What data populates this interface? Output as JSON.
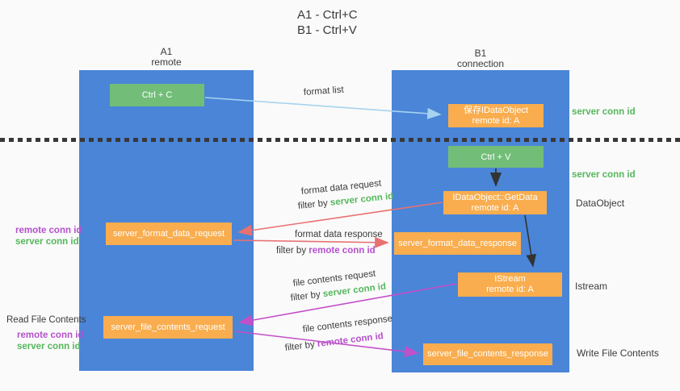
{
  "title": {
    "line1": "A1 - Ctrl+C",
    "line2": "B1 - Ctrl+V"
  },
  "columns": {
    "a1": {
      "title": "A1",
      "subtitle": "remote"
    },
    "b1": {
      "title": "B1",
      "subtitle": "connection"
    }
  },
  "nodes": {
    "ctrl_c": {
      "label": "Ctrl + C"
    },
    "save_idataobject": {
      "line1": "保存IDataObject",
      "line2": "remote id: A"
    },
    "ctrl_v": {
      "label": "Ctrl + V"
    },
    "idataobject_getdata": {
      "line1": "IDataObject::GetData",
      "line2": "remote id: A"
    },
    "server_format_data_request": {
      "label": "server_format_data_request"
    },
    "server_format_data_response": {
      "label": "server_format_data_response"
    },
    "istream": {
      "line1": "IStream",
      "line2": "remote id: A"
    },
    "server_file_contents_request": {
      "label": "server_file_contents_request"
    },
    "server_file_contents_response": {
      "label": "server_file_contents_response"
    }
  },
  "arrow_labels": {
    "format_list": "format list",
    "format_data_request": "format data request",
    "format_data_response": "format data response",
    "file_contents_request": "file contents request",
    "file_contents_response": "file contents response"
  },
  "terms": {
    "filter_by": "filter by ",
    "server_conn_id": "server conn id",
    "remote_conn_id": "remote conn id"
  },
  "side_labels": {
    "server_conn_id_top": "server conn id",
    "server_conn_id_mid": "server conn id",
    "dataobject": "DataObject",
    "istream": "Istream",
    "read_file_contents": "Read File Contents",
    "write_file_contents": "Write File Contents"
  },
  "colors": {
    "background": "#fafafa",
    "column_blue": "#4a85d8",
    "node_green": "#72be78",
    "node_orange": "#f9ad4e",
    "term_green": "#55b75c",
    "term_purple": "#b551cd",
    "arrow_light_blue": "#a7d3ef",
    "arrow_red": "#e87170",
    "arrow_magenta": "#c44fc8",
    "arrow_black": "#333333",
    "dotted_line": "#383838"
  }
}
